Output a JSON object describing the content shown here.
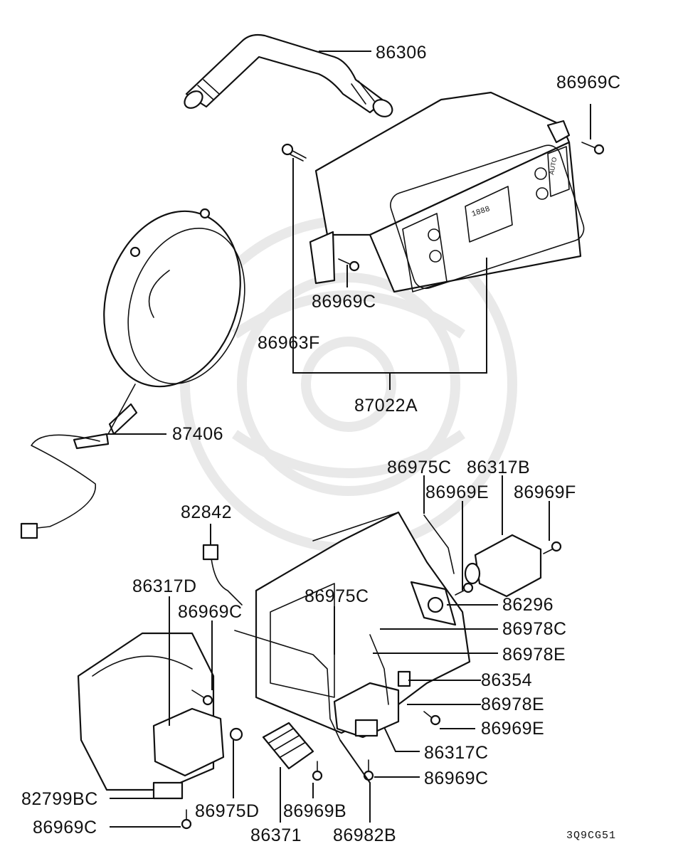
{
  "labels": {
    "p86306": "86306",
    "p86969C_top": "86969C",
    "p86969C_panel": "86969C",
    "p86963F": "86963F",
    "p87022A": "87022A",
    "p87406": "87406",
    "p86975C_top": "86975C",
    "p86317B": "86317B",
    "p86969E_top": "86969E",
    "p86969F": "86969F",
    "p82842": "82842",
    "p86317D": "86317D",
    "p86969C_left": "86969C",
    "p86975C_mid": "86975C",
    "p86296": "86296",
    "p86978C": "86978C",
    "p86978E_a": "86978E",
    "p86354": "86354",
    "p86978E_b": "86978E",
    "p86969E_right": "86969E",
    "p86317C": "86317C",
    "p86969C_right": "86969C",
    "p82799BC": "82799BC",
    "p86975D": "86975D",
    "p86969B": "86969B",
    "p86969C_bottom": "86969C",
    "p86371": "86371",
    "p86982B": "86982B"
  },
  "diagram_code": "3Q9CG51",
  "panel_text": {
    "auto_button": "AUTO",
    "display": "1888"
  }
}
